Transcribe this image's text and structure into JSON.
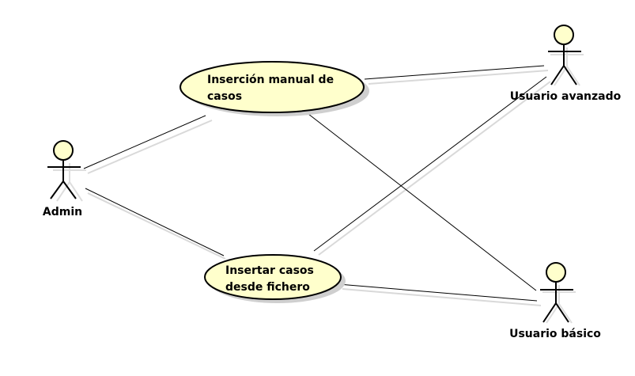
{
  "colors": {
    "usecase_fill": "#ffffcc",
    "actor_head_fill": "#ffffcc",
    "line": "#000000"
  },
  "actors": {
    "admin": {
      "label": "Admin"
    },
    "advanced_user": {
      "label": "Usuario avanzado"
    },
    "basic_user": {
      "label": "Usuario básico"
    }
  },
  "use_cases": {
    "manual_insert": {
      "line1": "Inserción manual de",
      "line2": "casos"
    },
    "file_insert": {
      "line1": "Insertar casos",
      "line2": "desde fichero"
    }
  },
  "associations": [
    {
      "from": "Admin",
      "to": "Inserción manual de casos"
    },
    {
      "from": "Admin",
      "to": "Insertar casos desde fichero"
    },
    {
      "from": "Usuario avanzado",
      "to": "Inserción manual de casos"
    },
    {
      "from": "Usuario avanzado",
      "to": "Insertar casos desde fichero"
    },
    {
      "from": "Usuario básico",
      "to": "Inserción manual de casos"
    },
    {
      "from": "Usuario básico",
      "to": "Insertar casos desde fichero"
    }
  ]
}
